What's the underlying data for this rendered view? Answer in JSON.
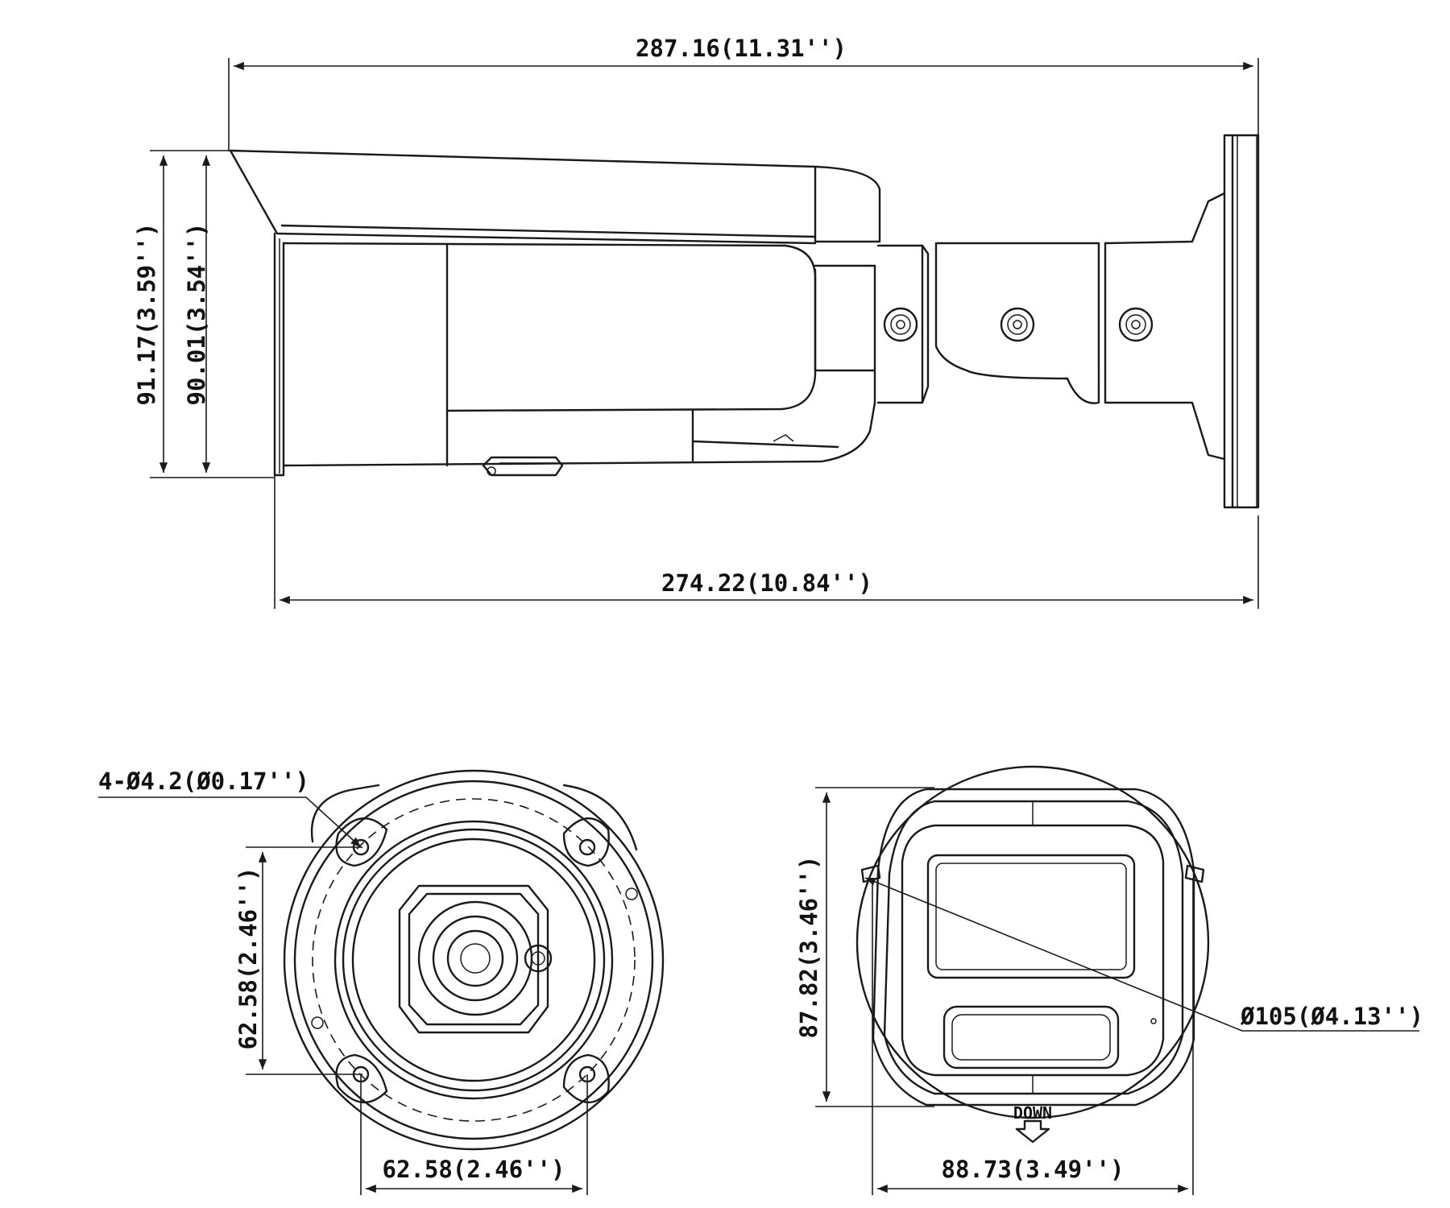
{
  "dimensions": {
    "overall_length": "287.16(11.31'')",
    "body_length": "274.22(10.84'')",
    "height_outer": "91.17(3.59'')",
    "height_inner": "90.01(3.54'')",
    "mount_holes": "4-Ø4.2(Ø0.17'')",
    "hole_spacing_vertical": "62.58(2.46'')",
    "hole_spacing_horizontal": "62.58(2.46'')",
    "front_height": "87.82(3.46'')",
    "front_diameter": "Ø105(Ø4.13'')",
    "front_width": "88.73(3.49'')"
  },
  "marks": {
    "bottom_label": "DOWN"
  },
  "icons": {
    "screw": "screw-icon",
    "down_arrow": "down-arrow-icon"
  },
  "colors": {
    "line": "#1a1a1a",
    "background": "#ffffff"
  }
}
